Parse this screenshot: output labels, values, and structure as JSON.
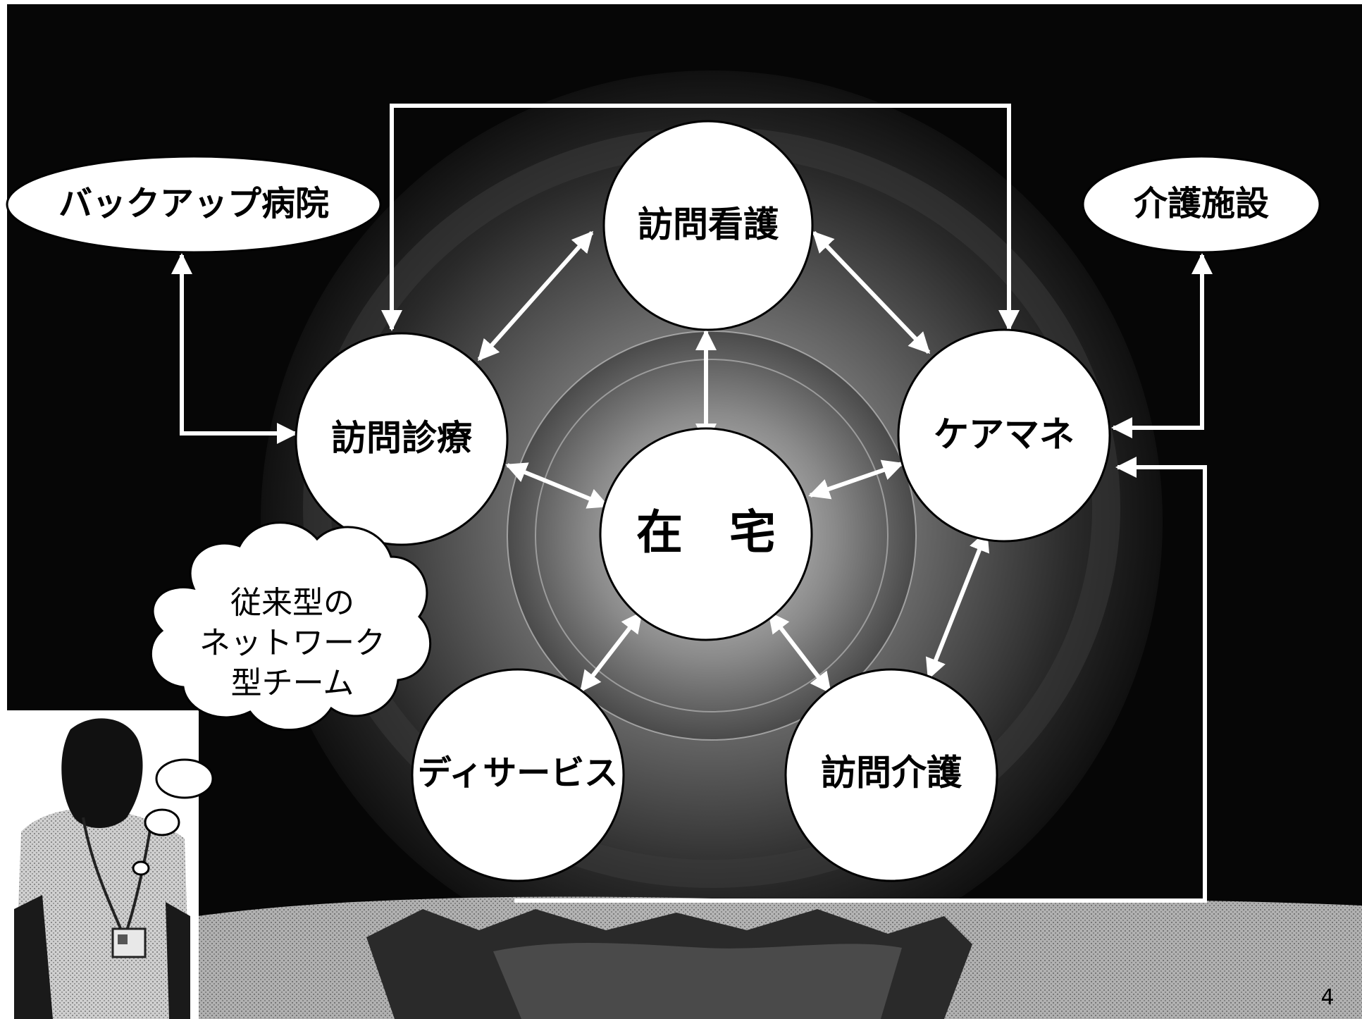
{
  "nodes": {
    "home": "在　宅",
    "visiting_nursing": "訪問看護",
    "home_medical_care": "訪問診療",
    "care_manager": "ケアマネ",
    "day_service": "ディサービス",
    "home_care": "訪問介護",
    "backup_hospital": "バックアップ病院",
    "care_facility": "介護施設"
  },
  "thought_bubble": {
    "line1": "従来型の",
    "line2": "ネットワーク",
    "line3": "型チーム"
  },
  "page_number": "4",
  "colors": {
    "background": "#050505",
    "node_fill": "#ffffff",
    "arrow": "#ffffff",
    "text": "#000000"
  }
}
